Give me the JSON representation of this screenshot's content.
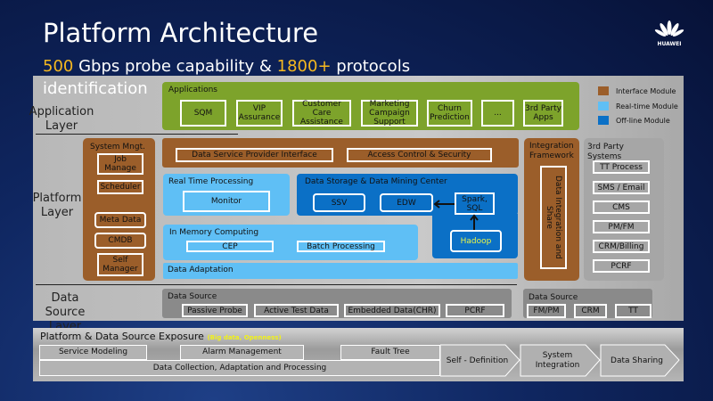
{
  "title": "Platform Architecture",
  "subtitle": {
    "num1": "500",
    "text1": " Gbps probe capability & ",
    "num2": "1800+",
    "text2": " protocols identification"
  },
  "logo": {
    "text": "HUAWEI"
  },
  "layers": {
    "application": "Application Layer",
    "platform": "Platform Layer",
    "data_source": "Data Source Layer"
  },
  "applications": {
    "label": "Applications",
    "items": [
      "SQM",
      "VIP Assurance",
      "Customer Care Assistance",
      "Marketing Campaign Support",
      "Churn Prediction",
      "...",
      "3rd Party Apps"
    ]
  },
  "legend": [
    {
      "label": "Interface Module",
      "color": "#9b5e2a"
    },
    {
      "label": "Real-time Module",
      "color": "#5fbff5"
    },
    {
      "label": "Off-line Module",
      "color": "#0b70c6"
    }
  ],
  "system_mgmt": {
    "label": "System Mngt.",
    "items": [
      "Job Manage",
      "Scheduler",
      "Meta Data",
      "CMDB",
      "Self Manager"
    ]
  },
  "interfaces": {
    "dsp": "Data Service Provider Interface",
    "access": "Access Control & Security"
  },
  "realtime": {
    "label": "Real Time Processing",
    "monitor": "Monitor"
  },
  "storage": {
    "label": "Data Storage & Data Mining Center",
    "ssv": "SSV",
    "edw": "EDW",
    "spark": "Spark, SQL",
    "hadoop": "Hadoop"
  },
  "inmemory": {
    "label": "In Memory Computing",
    "cep": "CEP",
    "batch": "Batch Processing"
  },
  "adaptation": "Data Adaptation",
  "integration": {
    "label": "Integration Framework",
    "share": "Data Integration and Share"
  },
  "third_party": {
    "label": "3rd Party Systems",
    "items": [
      "TT Process",
      "SMS / Email",
      "CMS",
      "PM/FM",
      "CRM/Billing",
      "PCRF"
    ]
  },
  "data_source_main": {
    "label": "Data Source",
    "items": [
      "Passive Probe",
      "Active Test Data",
      "Embedded Data(CHR)",
      "PCRF"
    ]
  },
  "data_source_ext": {
    "label": "Data Source",
    "items": [
      "FM/PM",
      "CRM",
      "TT"
    ]
  },
  "exposure": {
    "label": "Platform & Data Source Exposure",
    "note": "(Big data, Openness)",
    "top": [
      "Service Modeling",
      "Alarm Management",
      "Fault Tree"
    ],
    "bottom": "Data Collection, Adaptation and Processing",
    "arrows": [
      "Self - Definition",
      "System Integration",
      "Data Sharing"
    ]
  }
}
